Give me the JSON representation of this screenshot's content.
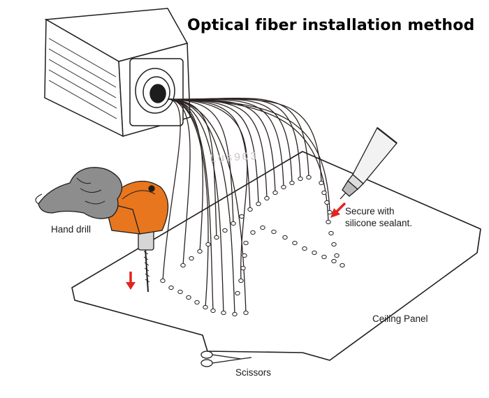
{
  "title": "Optical fiber installation method",
  "labels": {
    "hand_drill": "Hand drill",
    "sealant_line1": "Secure with",
    "sealant_line2": "silicone sealant.",
    "ceiling_panel": "Ceiling Panel",
    "scissors": "Scissors"
  },
  "watermark": "Lus903",
  "colors": {
    "drill_orange": "#e8761e",
    "hand_gray": "#8d8d8d",
    "arrow_red": "#e3231f",
    "line": "#222222"
  }
}
